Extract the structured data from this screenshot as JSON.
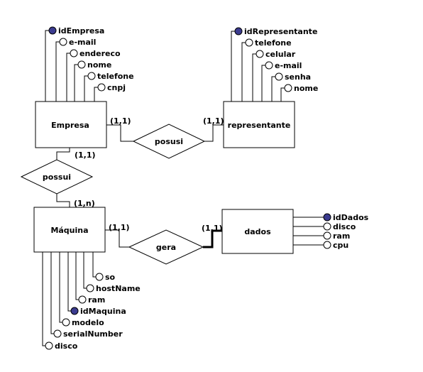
{
  "entities": {
    "empresa": "Empresa",
    "representante": "representante",
    "maquina": "Máquina",
    "dados": "dados"
  },
  "relationships": {
    "posusi": "posusi",
    "possui": "possui",
    "gera": "gera"
  },
  "cardinalities": {
    "empresa_posusi": "(1,1)",
    "representante_posusi": "(1,1)",
    "empresa_possui": "(1,1)",
    "maquina_possui": "(1,n)",
    "maquina_gera": "(1,1)",
    "dados_gera": "(1,1)"
  },
  "attributes": {
    "empresa": [
      {
        "label": "idEmpresa",
        "key": true
      },
      {
        "label": "e-mail",
        "key": false
      },
      {
        "label": "endereco",
        "key": false
      },
      {
        "label": "nome",
        "key": false
      },
      {
        "label": "telefone",
        "key": false
      },
      {
        "label": "cnpj",
        "key": false
      }
    ],
    "representante": [
      {
        "label": "idRepresentante",
        "key": true
      },
      {
        "label": "telefone",
        "key": false
      },
      {
        "label": "celular",
        "key": false
      },
      {
        "label": "e-mail",
        "key": false
      },
      {
        "label": "senha",
        "key": false
      },
      {
        "label": "nome",
        "key": false
      }
    ],
    "dados": [
      {
        "label": "idDados",
        "key": true
      },
      {
        "label": "disco",
        "key": false
      },
      {
        "label": "ram",
        "key": false
      },
      {
        "label": "cpu",
        "key": false
      }
    ],
    "maquina": [
      {
        "label": "so",
        "key": false
      },
      {
        "label": "hostName",
        "key": false
      },
      {
        "label": "ram",
        "key": false
      },
      {
        "label": "idMaquina",
        "key": true
      },
      {
        "label": "modelo",
        "key": false
      },
      {
        "label": "serialNumber",
        "key": false
      },
      {
        "label": "disco",
        "key": false
      }
    ]
  }
}
